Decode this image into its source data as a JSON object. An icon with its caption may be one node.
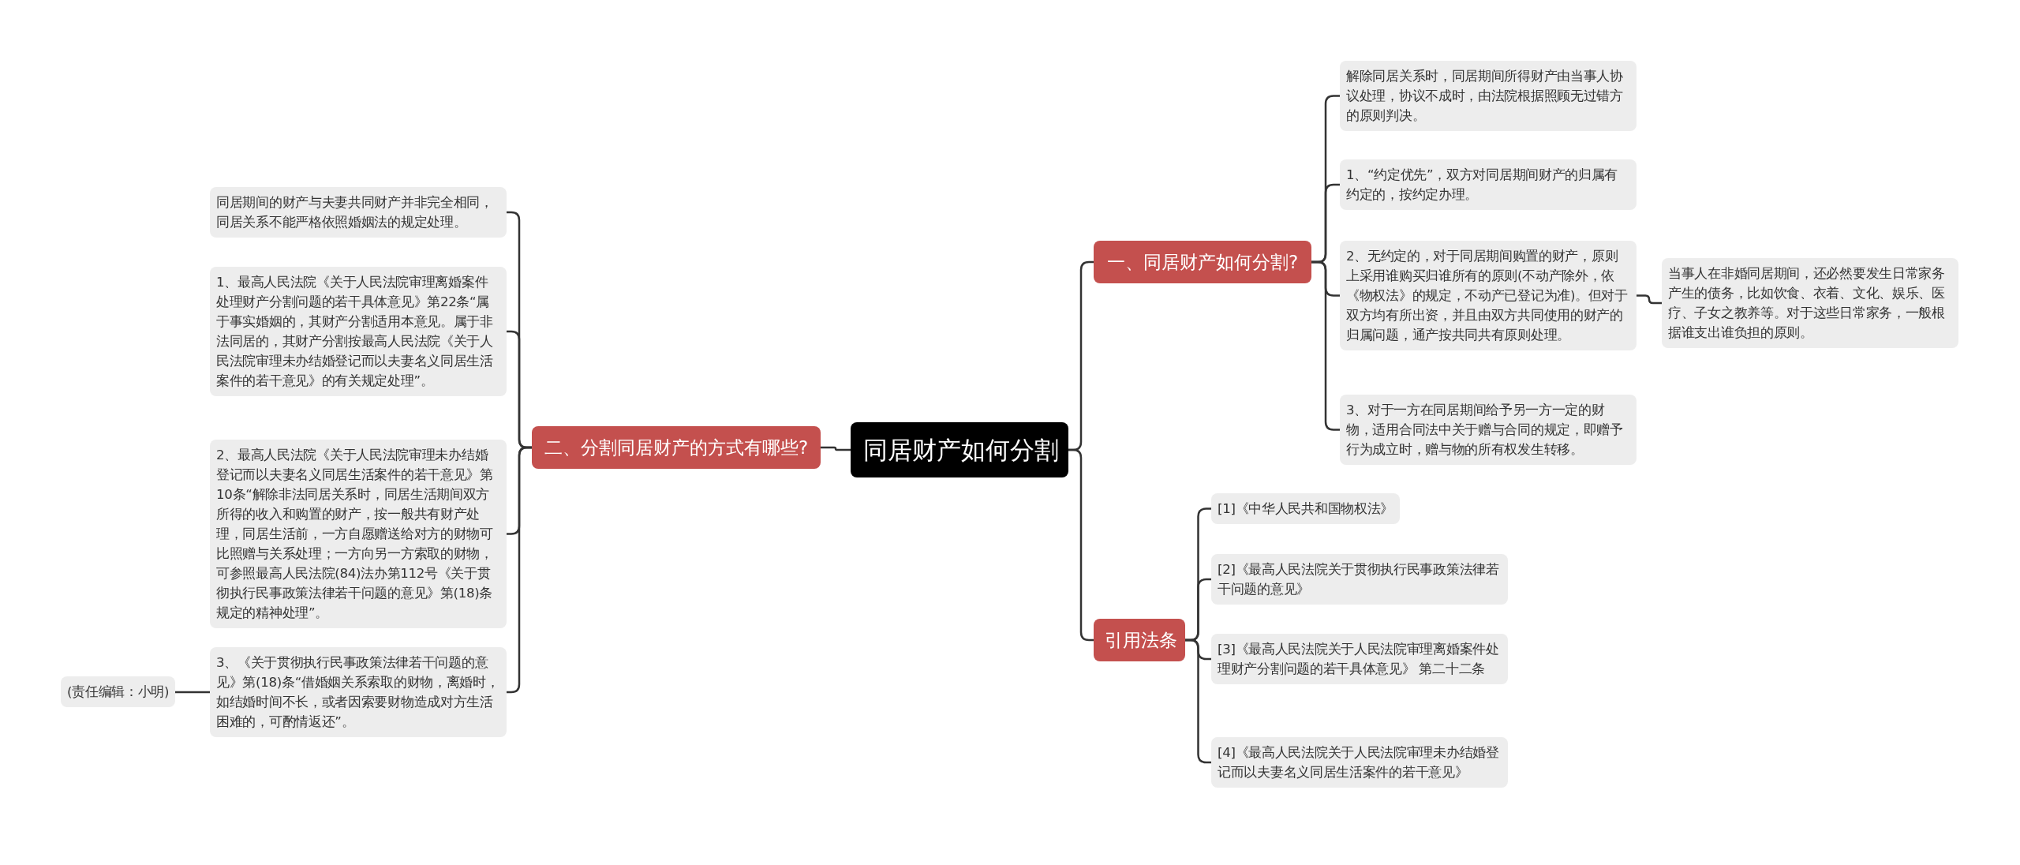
{
  "diagram": {
    "nodes": [
      {
        "text": [
          "同居财产如何分割"
        ]
      },
      {
        "text": [
          "一、同居财产如何分割?"
        ]
      },
      {
        "text": [
          "解除同居关系时，同居期间所得财产由当事人协议处理，协议不成时，由法院根据照顾无过错方的原则判决。"
        ]
      },
      {
        "text": [
          "1、“约定优先”，双方对同居期间财产的归属有约定的，按约定办理。"
        ]
      },
      {
        "text": [
          "2、无约定的，对于同居期间购置的财产，原则上采用谁购买归谁所有的原则(不动产除外，依《物权法》的规定，不动产已登记为准)。但对于双方均有所出资，并且由双方共同使用的财产的归属问题，通产按共同共有原则处理。"
        ]
      },
      {
        "text": [
          "当事人在非婚同居期间，还必然要发生日常家务产生的债务，比如饮食、衣着、文化、娱乐、医疗、子女之教养等。对于这些日常家务，一般根据谁支出谁负担的原则。"
        ]
      },
      {
        "text": [
          "3、对于一方在同居期间给予另一方一定的财物，适用合同法中关于赠与合同的规定，即赠予行为成立时，赠与物的所有权发生转移。"
        ]
      },
      {
        "text": [
          "引用法条"
        ]
      },
      {
        "text": [
          "[1]《中华人民共和国物权法》"
        ]
      },
      {
        "text": [
          "[2]《最高人民法院关于贯彻执行民事政策法律若干问题的意见》"
        ]
      },
      {
        "text": [
          "[3]《最高人民法院关于人民法院审理离婚案件处理财产分割问题的若干具体意见》 第二十二条"
        ]
      },
      {
        "text": [
          "[4]《最高人民法院关于人民法院审理未办结婚登记而以夫妻名义同居生活案件的若干意见》"
        ]
      },
      {
        "text": [
          "二、分割同居财产的方式有哪些?"
        ]
      },
      {
        "text": [
          "同居期间的财产与夫妻共同财产并非完全相同，同居关系不能严格依照婚姻法的规定处理。"
        ]
      },
      {
        "text": [
          "1、最高人民法院《关于人民法院审理离婚案件处理财产分割问题的若干具体意见》第22条“属于事实婚姻的，其财产分割适用本意见。属于非法同居的，其财产分割按最高人民法院《关于人民法院审理未办结婚登记而以夫妻名义同居生活案件的若干意见》的有关规定处理”。"
        ]
      },
      {
        "text": [
          "2、最高人民法院《关于人民法院审理未办结婚登记而以夫妻名义同居生活案件的若干意见》第10条“解除非法同居关系时，同居生活期间双方所得的收入和购置的财产，按一般共有财产处理，同居生活前，一方自愿赠送给对方的财物可比照赠与关系处理；一方向另一方索取的财物，可参照最高人民法院(84)法办第112号《关于贯彻执行民事政策法律若干问题的意见》第(18)条规定的精神处理”。"
        ]
      },
      {
        "text": [
          "3、《关于贯彻执行民事政策法律若干问题的意见》第(18)条“借婚姻关系索取的财物，离婚时，如结婚时间不长，或者因索要财物造成对方生活困难的，可酌情返还”。"
        ]
      },
      {
        "text": [
          "(责任编辑：小明)"
        ]
      }
    ],
    "edges": [
      {
        "from": 0,
        "to": 1,
        "arrow": "none"
      },
      {
        "from": 1,
        "to": 2,
        "arrow": "none"
      },
      {
        "from": 1,
        "to": 3,
        "arrow": "none"
      },
      {
        "from": 1,
        "to": 4,
        "arrow": "none"
      },
      {
        "from": 4,
        "to": 5,
        "arrow": "none"
      },
      {
        "from": 1,
        "to": 6,
        "arrow": "none"
      },
      {
        "from": 0,
        "to": 7,
        "arrow": "none"
      },
      {
        "from": 7,
        "to": 8,
        "arrow": "none"
      },
      {
        "from": 7,
        "to": 9,
        "arrow": "none"
      },
      {
        "from": 7,
        "to": 10,
        "arrow": "none"
      },
      {
        "from": 7,
        "to": 11,
        "arrow": "none"
      },
      {
        "from": 0,
        "to": 12,
        "arrow": "none"
      },
      {
        "from": 12,
        "to": 13,
        "arrow": "none"
      },
      {
        "from": 12,
        "to": 14,
        "arrow": "none"
      },
      {
        "from": 12,
        "to": 15,
        "arrow": "none"
      },
      {
        "from": 12,
        "to": 16,
        "arrow": "none"
      },
      {
        "from": 16,
        "to": 17,
        "arrow": "none"
      }
    ]
  }
}
